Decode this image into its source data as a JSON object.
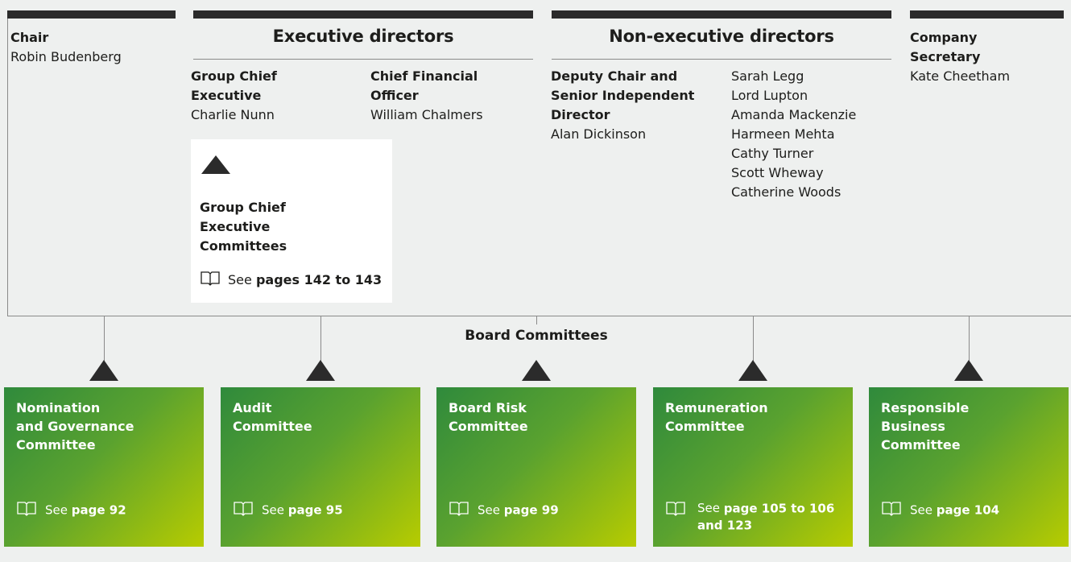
{
  "chair": {
    "heading": "Chair",
    "name": "Robin Budenberg"
  },
  "executive": {
    "heading": "Executive directors",
    "ceo": {
      "role_line1": "Group Chief",
      "role_line2": "Executive",
      "name": "Charlie Nunn"
    },
    "cfo": {
      "role_line1": "Chief Financial",
      "role_line2": "Officer",
      "name": "William Chalmers"
    },
    "committees_box": {
      "title_line1": "Group Chief",
      "title_line2": "Executive",
      "title_line3": "Committees",
      "see_label": "See",
      "pages": "pages 142 to 143",
      "icon": "book-icon"
    }
  },
  "non_executive": {
    "heading": "Non-executive directors",
    "deputy": {
      "role_line1": "Deputy Chair and",
      "role_line2": "Senior Independent",
      "role_line3": "Director",
      "name": "Alan Dickinson"
    },
    "members": [
      "Sarah Legg",
      "Lord Lupton",
      "Amanda Mackenzie",
      "Harmeen Mehta",
      "Cathy Turner",
      "Scott Wheway",
      "Catherine Woods"
    ]
  },
  "secretary": {
    "heading_line1": "Company",
    "heading_line2": "Secretary",
    "name": "Kate Cheetham"
  },
  "board_committees": {
    "label": "Board Committees",
    "items": [
      {
        "title_lines": [
          "Nomination",
          "and Governance",
          "Committee"
        ],
        "see_label": "See",
        "pages_line1": "page 92",
        "pages_line2": ""
      },
      {
        "title_lines": [
          "Audit",
          "Committee"
        ],
        "see_label": "See",
        "pages_line1": "page 95",
        "pages_line2": ""
      },
      {
        "title_lines": [
          "Board Risk",
          "Committee"
        ],
        "see_label": "See",
        "pages_line1": "page 99",
        "pages_line2": ""
      },
      {
        "title_lines": [
          "Remuneration",
          "Committee"
        ],
        "see_label": "See",
        "pages_line1": "page 105 to 106",
        "pages_line2": "and 123"
      },
      {
        "title_lines": [
          "Responsible",
          "Business",
          "Committee"
        ],
        "see_label": "See",
        "pages_line1": "page 104",
        "pages_line2": ""
      }
    ]
  },
  "colors": {
    "bar": "#2b2b2b",
    "gradient_start": "#2f8a3c",
    "gradient_end": "#b7cc00",
    "background": "#eef0ef"
  }
}
